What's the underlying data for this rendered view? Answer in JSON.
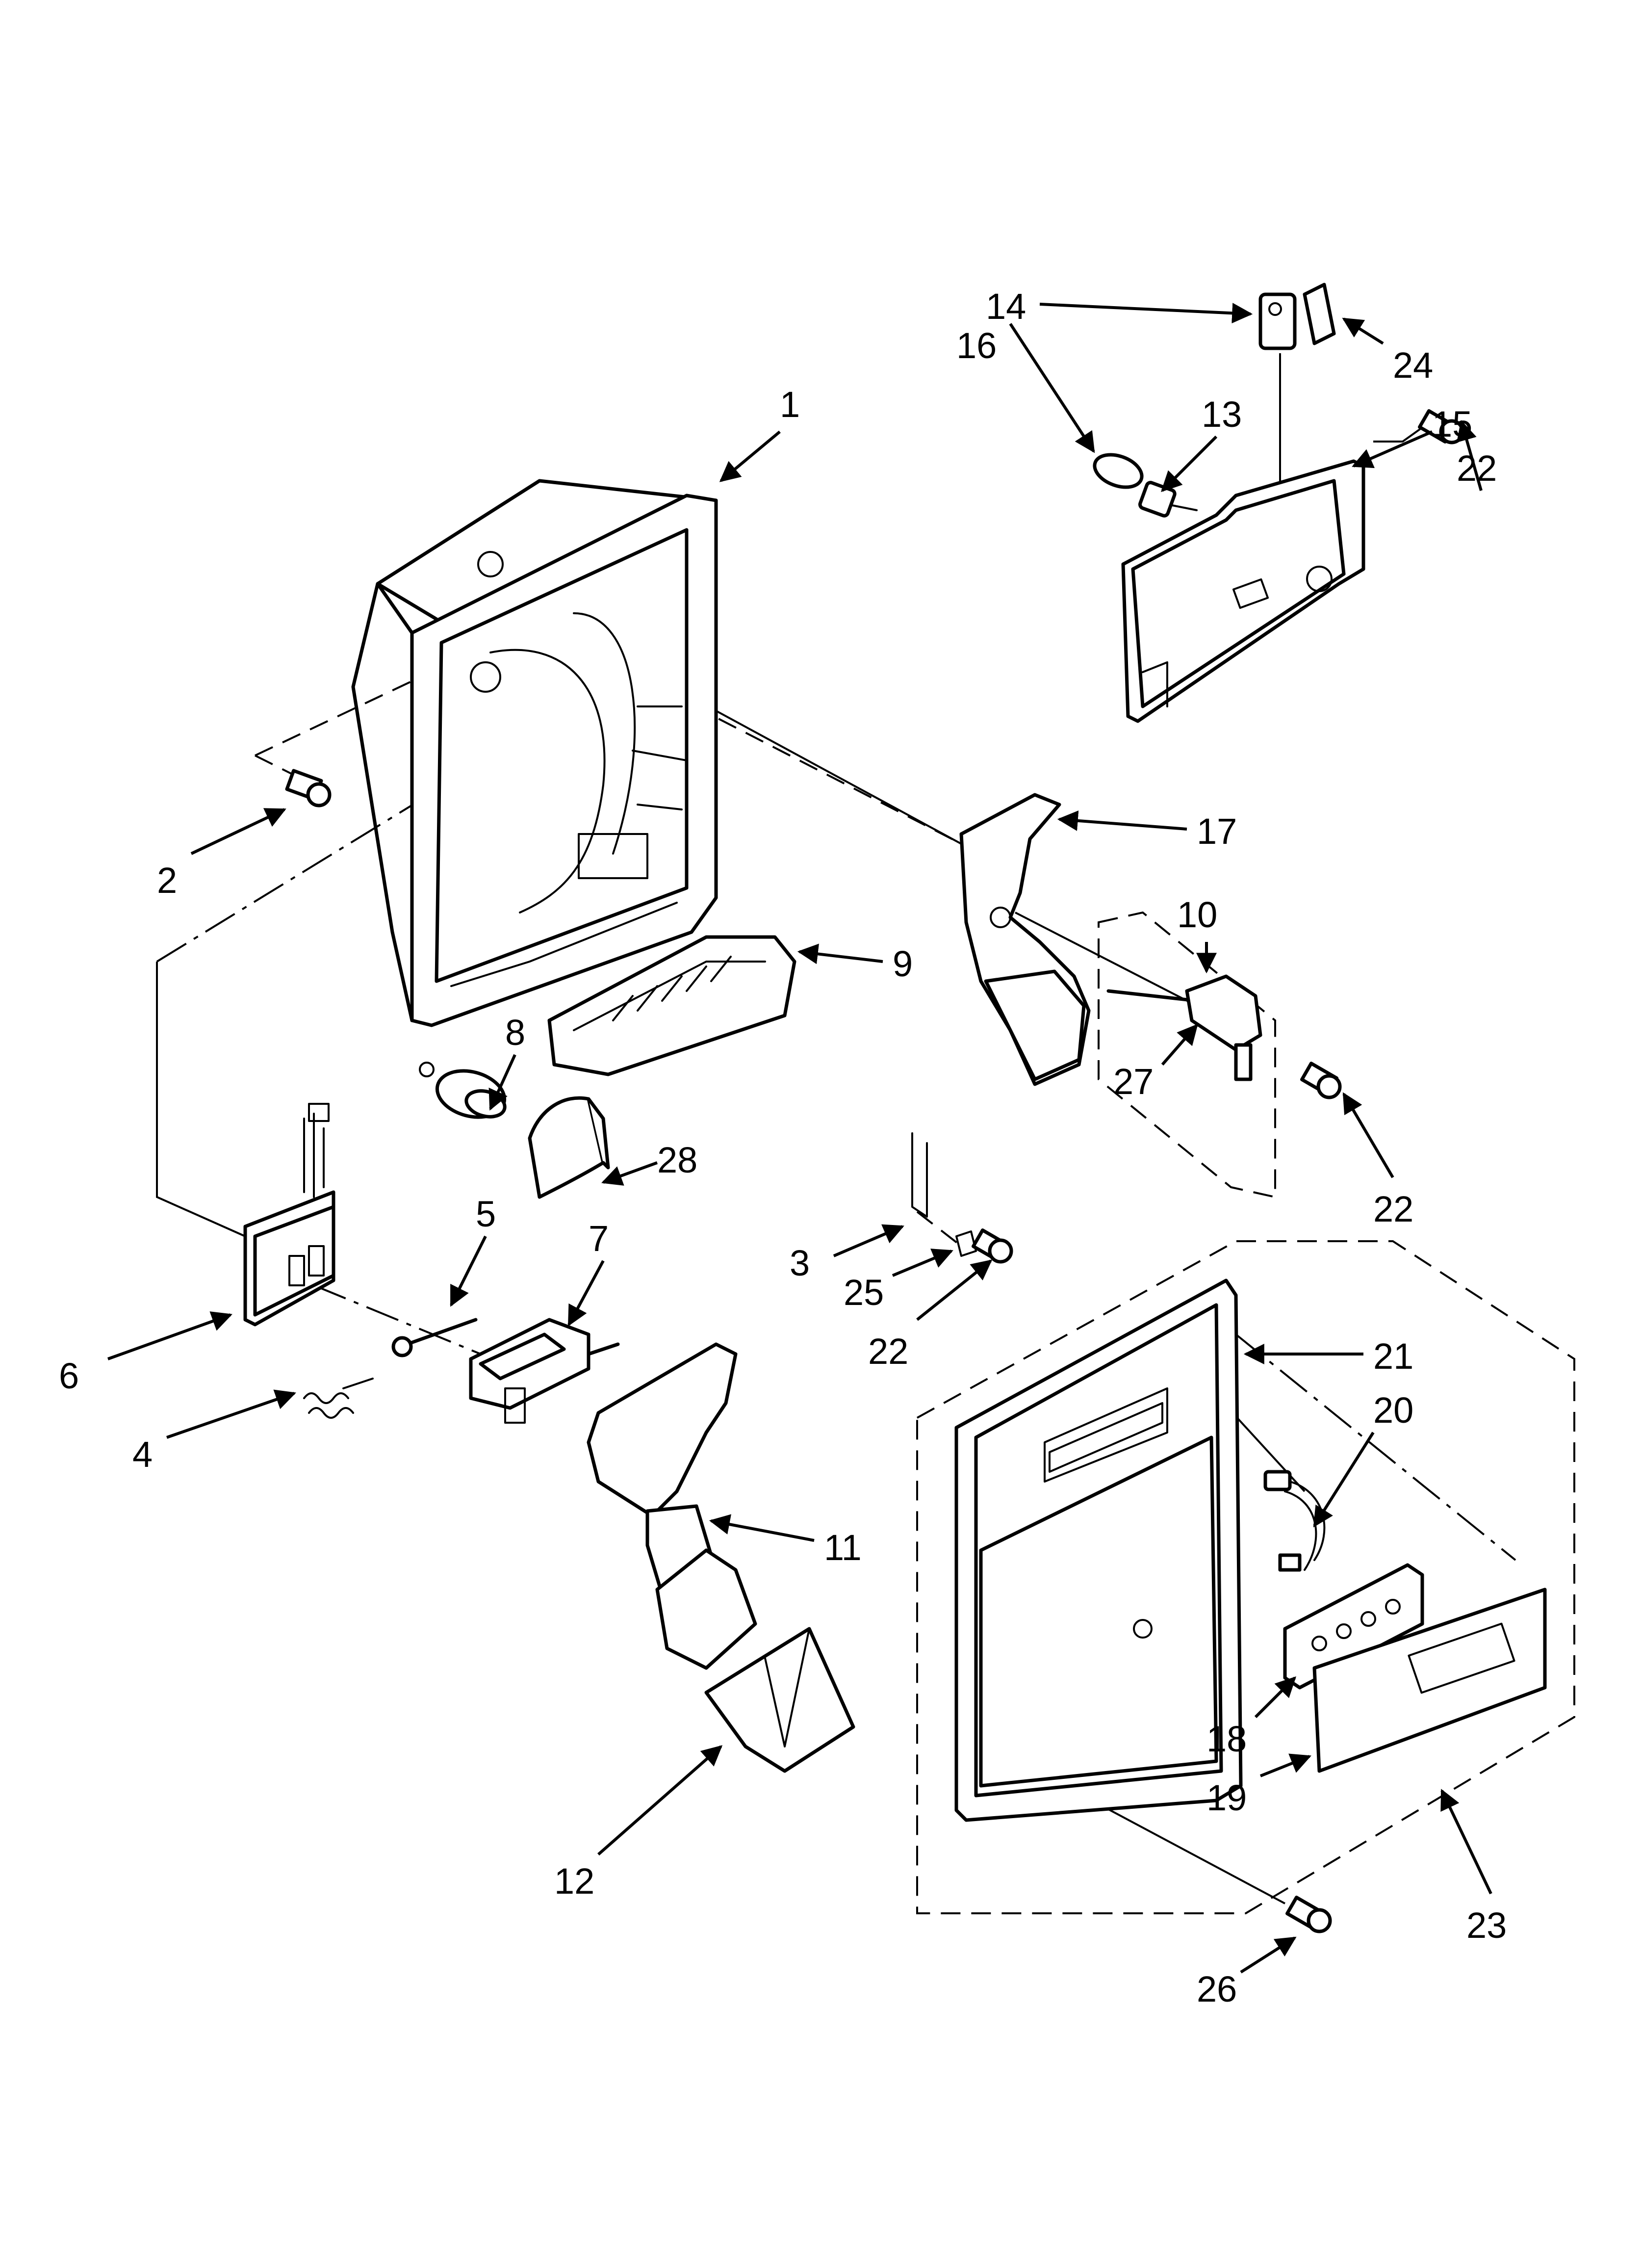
{
  "callouts": [
    {
      "id": "1",
      "label": "1"
    },
    {
      "id": "2",
      "label": "2"
    },
    {
      "id": "3",
      "label": "3"
    },
    {
      "id": "4",
      "label": "4"
    },
    {
      "id": "5",
      "label": "5"
    },
    {
      "id": "6",
      "label": "6"
    },
    {
      "id": "7",
      "label": "7"
    },
    {
      "id": "8",
      "label": "8"
    },
    {
      "id": "9",
      "label": "9"
    },
    {
      "id": "10",
      "label": "10"
    },
    {
      "id": "11",
      "label": "11"
    },
    {
      "id": "12",
      "label": "12"
    },
    {
      "id": "13",
      "label": "13"
    },
    {
      "id": "14",
      "label": "14"
    },
    {
      "id": "15",
      "label": "15"
    },
    {
      "id": "16",
      "label": "16"
    },
    {
      "id": "17",
      "label": "17"
    },
    {
      "id": "18",
      "label": "18"
    },
    {
      "id": "19",
      "label": "19"
    },
    {
      "id": "20",
      "label": "20"
    },
    {
      "id": "21",
      "label": "21"
    },
    {
      "id": "22a",
      "label": "22"
    },
    {
      "id": "22b",
      "label": "22"
    },
    {
      "id": "22c",
      "label": "22"
    },
    {
      "id": "23",
      "label": "23"
    },
    {
      "id": "24",
      "label": "24"
    },
    {
      "id": "25",
      "label": "25"
    },
    {
      "id": "26",
      "label": "26"
    },
    {
      "id": "27",
      "label": "27"
    },
    {
      "id": "28",
      "label": "28"
    }
  ]
}
